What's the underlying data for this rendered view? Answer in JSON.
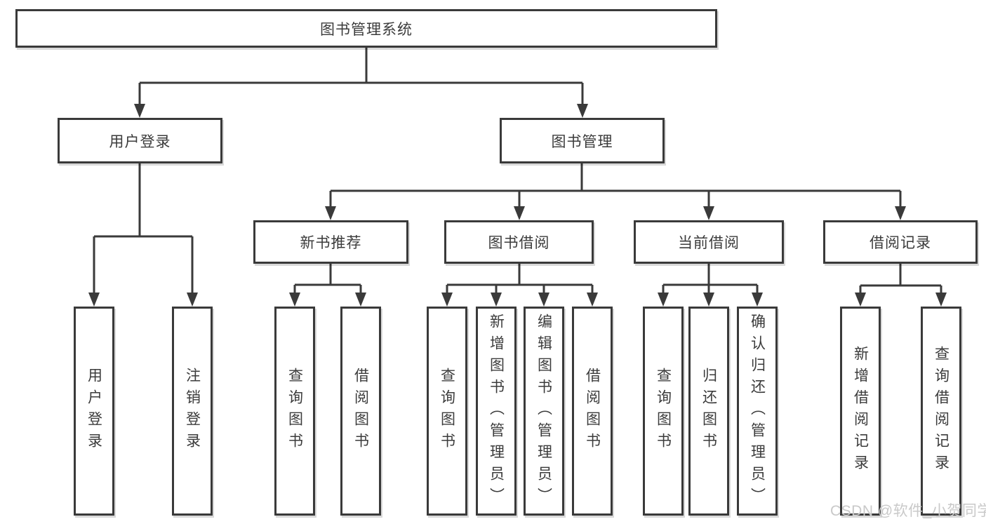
{
  "tree": {
    "label": "图书管理系统",
    "children": [
      {
        "label": "用户登录",
        "children": [
          {
            "label": "用户登录"
          },
          {
            "label": "注销登录"
          }
        ]
      },
      {
        "label": "图书管理",
        "children": [
          {
            "label": "新书推荐",
            "children": [
              {
                "label": "查询图书"
              },
              {
                "label": "借阅图书"
              }
            ]
          },
          {
            "label": "图书借阅",
            "children": [
              {
                "label": "查询图书"
              },
              {
                "label": "新增图书（管理员）"
              },
              {
                "label": "编辑图书（管理员）"
              },
              {
                "label": "借阅图书"
              }
            ]
          },
          {
            "label": "当前借阅",
            "children": [
              {
                "label": "查询图书"
              },
              {
                "label": "归还图书"
              },
              {
                "label": "确认归还（管理员）"
              }
            ]
          },
          {
            "label": "借阅记录",
            "children": [
              {
                "label": "新增借阅记录"
              },
              {
                "label": "查询借阅记录"
              }
            ]
          }
        ]
      }
    ]
  },
  "watermark": {
    "text": "CSDN @软件_小贺同学"
  },
  "colors": {
    "line": "#3a3a3a",
    "text": "#3b3b3b",
    "background": "#ffffff",
    "watermark": "#c9c9c9"
  }
}
